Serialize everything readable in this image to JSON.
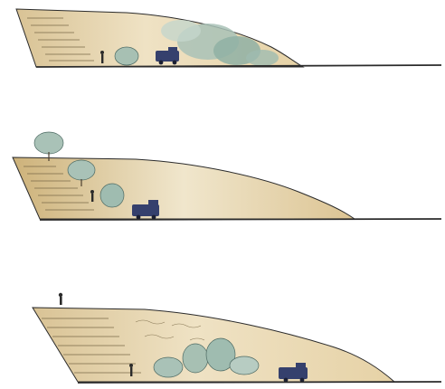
{
  "figure": {
    "panels": [
      {
        "id": "section-1",
        "features": [
          "stepped-terraces",
          "person",
          "shrubs",
          "vehicle",
          "tree-canopy"
        ]
      },
      {
        "id": "section-2",
        "features": [
          "stepped-terraces",
          "trees",
          "person",
          "vehicle"
        ]
      },
      {
        "id": "section-3",
        "features": [
          "stepped-terraces",
          "person-on-top",
          "person",
          "shrubs",
          "vehicle"
        ]
      }
    ],
    "colors": {
      "earth_light": "#efe2c4",
      "earth_mid": "#d9c395",
      "earth_dark": "#c3a56a",
      "foliage_light": "#a9c2b7",
      "foliage_dark": "#5e7f78",
      "vehicle": "#35406d",
      "ink": "#2b2b2b"
    }
  }
}
